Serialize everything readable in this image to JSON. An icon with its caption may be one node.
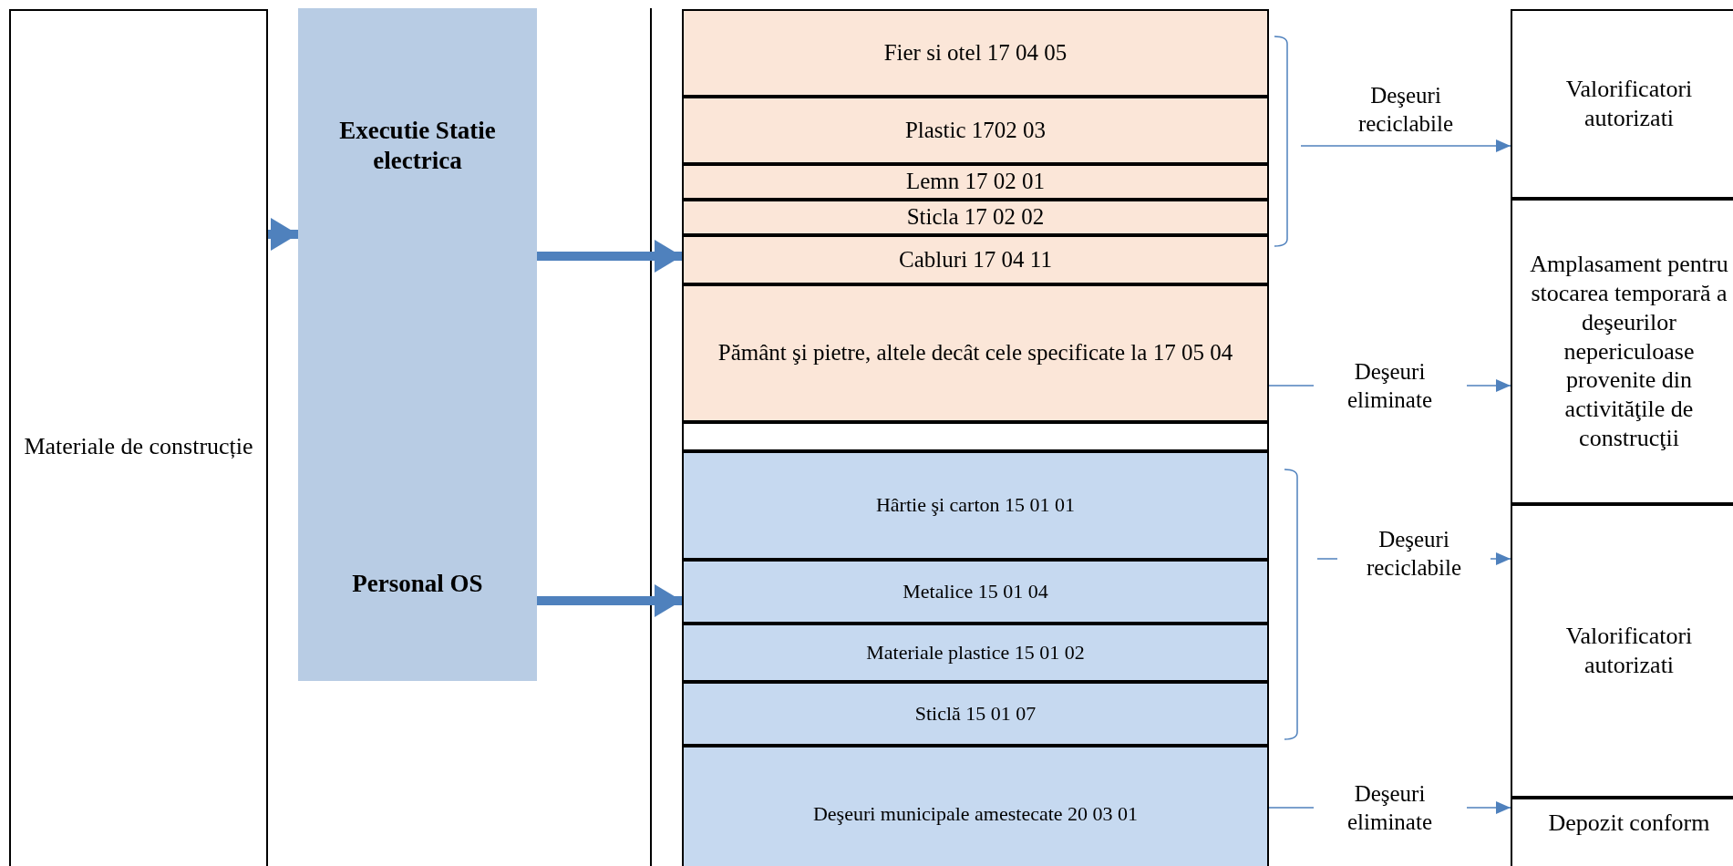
{
  "diagram": {
    "nodes": [
      {
        "text": [
          "Materiale de construcție"
        ]
      },
      {
        "text": [
          "Executie Statie electrica",
          "Personal OS"
        ]
      },
      {
        "text": [
          "Fier si otel 17 04 05"
        ]
      },
      {
        "text": [
          "Plastic 1702 03"
        ]
      },
      {
        "text": [
          "Lemn 17 02 01"
        ]
      },
      {
        "text": [
          "Sticla 17 02 02"
        ]
      },
      {
        "text": [
          "Cabluri 17 04 11"
        ]
      },
      {
        "text": [
          "Pământ şi pietre, altele decât cele specificate la 17 05 04"
        ]
      },
      {
        "text": [],
        "shape": "box"
      },
      {
        "text": [
          "Hârtie şi carton 15 01 01"
        ]
      },
      {
        "text": [
          "Metalice 15 01 04"
        ]
      },
      {
        "text": [
          "Materiale plastice 15 01 02"
        ]
      },
      {
        "text": [
          "Sticlă 15 01 07"
        ]
      },
      {
        "text": [
          "Deşeuri municipale amestecate 20 03 01"
        ]
      },
      {
        "text": [
          "Valorificatori autorizati"
        ]
      },
      {
        "text": [
          "Amplasament pentru stocarea temporară a deşeurilor nepericuloase provenite din activităţile de construcţii"
        ]
      },
      {
        "text": [
          "Valorificatori autorizati"
        ]
      },
      {
        "text": [
          "Depozit conform"
        ]
      }
    ],
    "edges": [
      {
        "from": 0,
        "to": 1,
        "arrow": "to",
        "style": "thick"
      },
      {
        "from": 1,
        "to": 6,
        "arrow": "to",
        "style": "thick"
      },
      {
        "from": 1,
        "to": 10,
        "arrow": "to",
        "style": "thick"
      },
      {
        "from": null,
        "to": 14,
        "arrow": "to",
        "label": "Deşeuri reciclabile"
      },
      {
        "from": 7,
        "to": 15,
        "arrow": "to",
        "label": "Deşeuri eliminate"
      },
      {
        "from": null,
        "to": 16,
        "arrow": "to",
        "label": "Deşeuri reciclabile"
      },
      {
        "from": 13,
        "to": 17,
        "arrow": "to",
        "label": "Deşeuri eliminate"
      }
    ]
  }
}
